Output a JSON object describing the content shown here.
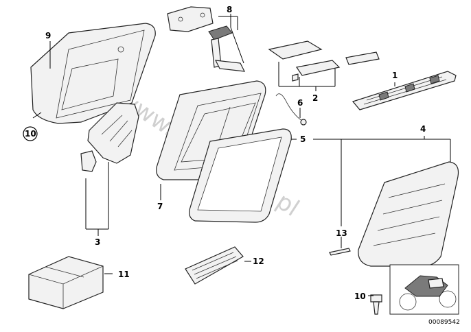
{
  "watermark": "www.BMWstore.pl",
  "image_code": "00089542",
  "callouts": {
    "c1": "1",
    "c2": "2",
    "c3": "3",
    "c4": "4",
    "c5": "5",
    "c6": "6",
    "c7": "7",
    "c8": "8",
    "c9": "9",
    "c10_circled": "10",
    "c10": "10",
    "c11": "11",
    "c12": "12",
    "c13": "13"
  }
}
